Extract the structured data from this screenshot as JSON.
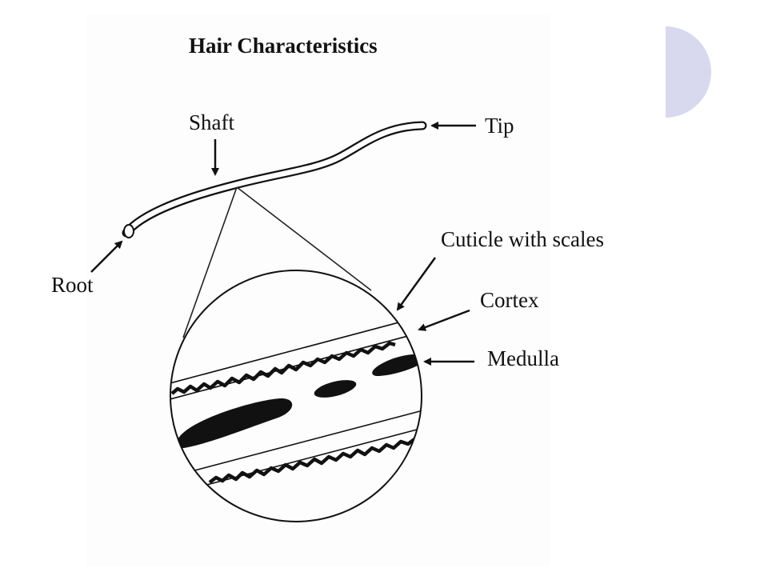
{
  "title": "Hair Characteristics",
  "labels": {
    "shaft": "Shaft",
    "tip": "Tip",
    "root": "Root",
    "cuticle": "Cuticle with scales",
    "cortex": "Cortex",
    "medulla": "Medulla"
  },
  "colors": {
    "ink": "#111111",
    "accent_circle": "#d8d9ef",
    "background": "#ffffff"
  }
}
